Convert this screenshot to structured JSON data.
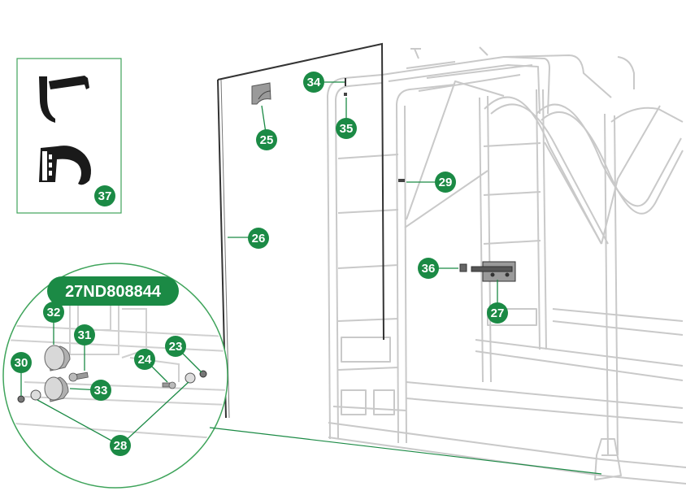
{
  "part_number_badge": "27ND808844",
  "colors": {
    "callout_green": "#1b8a45",
    "leader_green": "#1b8a45",
    "frame_outline": "#c9c9c9",
    "frame_fill": "#f6f6f6",
    "dark_part": "#2b2b2b",
    "detail_border": "#3fa45b"
  },
  "callouts": {
    "c23": "23",
    "c24": "24",
    "c25": "25",
    "c26": "26",
    "c27": "27",
    "c28": "28",
    "c29": "29",
    "c30": "30",
    "c31": "31",
    "c32": "32",
    "c33": "33",
    "c34": "34",
    "c35": "35",
    "c36": "36",
    "c37": "37"
  }
}
